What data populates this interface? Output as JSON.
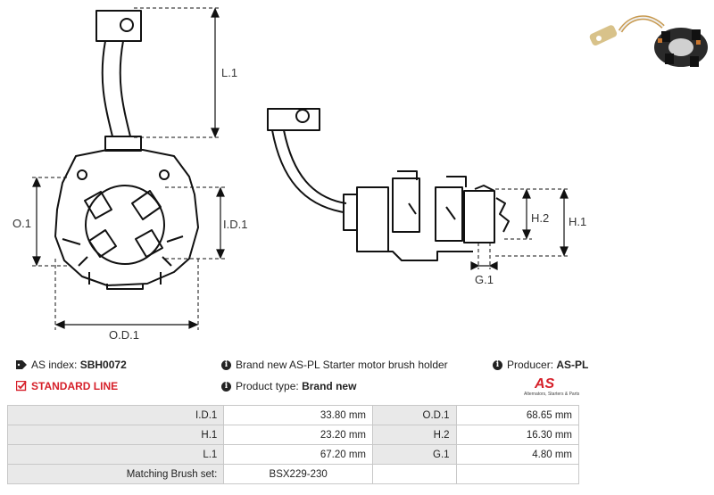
{
  "dimensions": {
    "l1": "L.1",
    "o1": "O.1",
    "id1": "I.D.1",
    "od1": "O.D.1",
    "h1": "H.1",
    "h2": "H.2",
    "g1": "G.1"
  },
  "info": {
    "as_index_label": "AS index:",
    "as_index_value": "SBH0072",
    "description": "Brand new AS-PL Starter motor brush holder",
    "producer_label": "Producer:",
    "producer_value": "AS-PL",
    "standard_line": "STANDARD LINE",
    "product_type_label": "Product type:",
    "product_type_value": "Brand new"
  },
  "logo": {
    "text": "AS",
    "subtitle": "Alternators, Starters & Parts"
  },
  "specs": {
    "rows": [
      {
        "l1": "I.D.1",
        "v1": "33.80 mm",
        "l2": "O.D.1",
        "v2": "68.65 mm"
      },
      {
        "l1": "H.1",
        "v1": "23.20 mm",
        "l2": "H.2",
        "v2": "16.30 mm"
      },
      {
        "l1": "L.1",
        "v1": "67.20 mm",
        "l2": "G.1",
        "v2": "4.80 mm"
      }
    ],
    "matching_label": "Matching Brush set:",
    "matching_value": "BSX229-230"
  }
}
